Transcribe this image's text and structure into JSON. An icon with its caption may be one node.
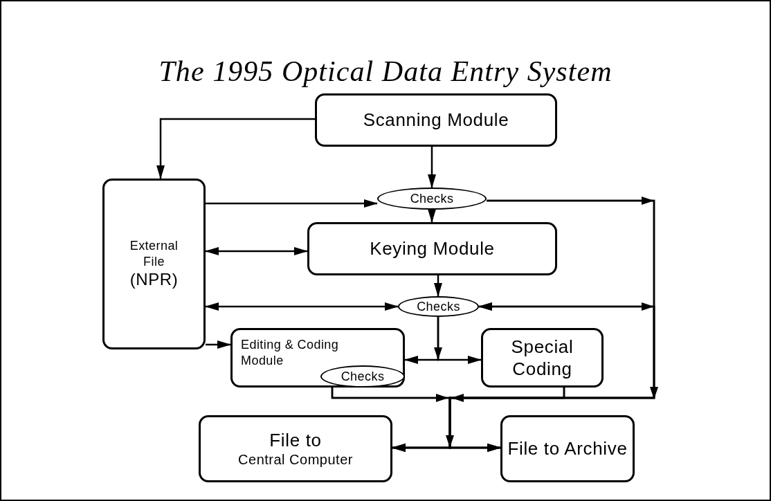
{
  "diagram": {
    "title": "The 1995 Optical Data Entry System",
    "nodes": [
      {
        "text": [
          "Scanning Module"
        ]
      },
      {
        "text": [
          "External File",
          "(NPR)"
        ]
      },
      {
        "text": [
          "Checks"
        ]
      },
      {
        "text": [
          "Keying Module"
        ]
      },
      {
        "text": [
          "Checks"
        ]
      },
      {
        "text": [
          "Editing & Coding Module"
        ]
      },
      {
        "text": [
          "Checks"
        ],
        "in": 5
      },
      {
        "text": [
          "Special Coding"
        ]
      },
      {
        "text": [
          "File to",
          "Central Computer"
        ]
      },
      {
        "text": [
          "File to Archive"
        ]
      }
    ],
    "edges": [
      {
        "from": 0,
        "to": 1,
        "arrow": "to"
      },
      {
        "from": 0,
        "to": 2,
        "arrow": "to"
      },
      {
        "from": 1,
        "to": 2,
        "arrow": "to"
      },
      {
        "from": 2,
        "to": 3,
        "arrow": "to"
      },
      {
        "from": 1,
        "to": 3,
        "arrow": "both"
      },
      {
        "from": 3,
        "to": 4,
        "arrow": "to"
      },
      {
        "from": 1,
        "to": 4,
        "arrow": "both"
      },
      {
        "from": 4,
        "to": 5,
        "arrow": "to"
      },
      {
        "from": 4,
        "to": 7,
        "arrow": "to"
      },
      {
        "from": 1,
        "to": 5,
        "arrow": "to"
      },
      {
        "from": 4,
        "to": 9,
        "arrow": "both"
      },
      {
        "from": 4,
        "to": 8,
        "arrow": "both"
      },
      {
        "from": 2,
        "to": 9,
        "arrow": "to"
      },
      {
        "from": 2,
        "to": 8,
        "arrow": "to"
      },
      {
        "from": 5,
        "to": 9,
        "arrow": "to"
      },
      {
        "from": 5,
        "to": 8,
        "arrow": "to"
      },
      {
        "from": 7,
        "to": 9,
        "arrow": "to"
      },
      {
        "from": 7,
        "to": 8,
        "arrow": "to"
      }
    ]
  }
}
